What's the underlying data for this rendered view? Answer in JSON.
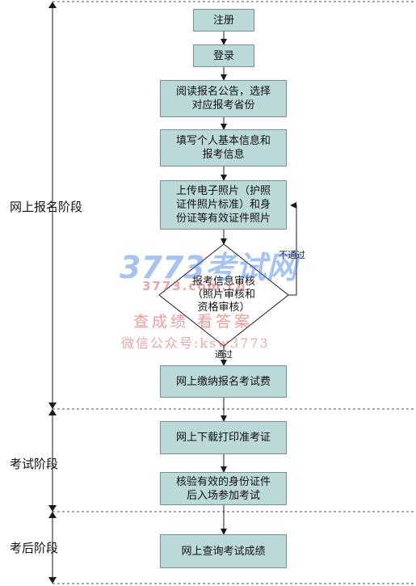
{
  "stages": [
    {
      "label": "网上报名阶段"
    },
    {
      "label": "考试阶段"
    },
    {
      "label": "考后阶段"
    }
  ],
  "steps": [
    {
      "text": "注册"
    },
    {
      "text": "登录"
    },
    {
      "text": "阅读报名公告，选择\n对应报考省份"
    },
    {
      "text": "填写个人基本信息和\n报考信息"
    },
    {
      "text": "上传电子照片（护照\n证件照片标准）和身\n份证等有效证件照片"
    },
    {
      "text": "网上缴纳报名考试费"
    },
    {
      "text": "网上下载打印准考证"
    },
    {
      "text": "核验有效的身份证件\n后入场参加考试"
    },
    {
      "text": "网上查询考试成绩"
    }
  ],
  "decision": {
    "text": "报考信息审核\n（照片审核和\n资格审核）"
  },
  "edges": {
    "fail_label": "不通过",
    "pass_label": "通过"
  },
  "watermark": {
    "logo": "3773考试网",
    "url": "3773.com.cn",
    "line1": "查成绩 看答案",
    "line2": "微信公众号:ksw3773"
  },
  "colors": {
    "box_fill": "#bcd9d9",
    "box_border": "#7a8f8f",
    "line": "#1a1a1a",
    "watermark_blue": "#3d7be0",
    "watermark_red": "#e05a5a"
  }
}
